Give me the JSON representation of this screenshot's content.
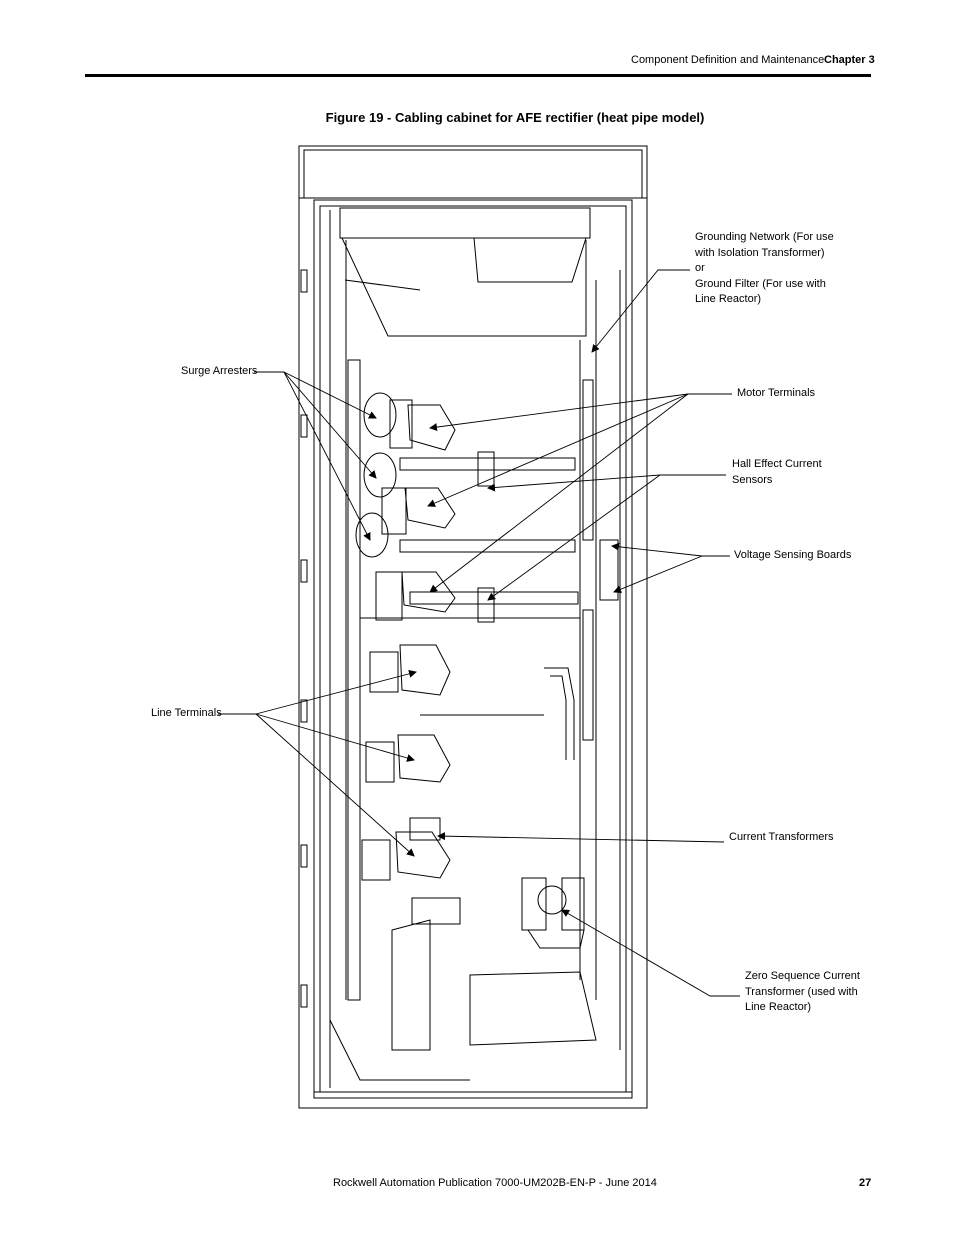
{
  "header": {
    "section": "Component Definition and Maintenance",
    "chapter": "Chapter 3"
  },
  "figure": {
    "title": "Figure 19 - Cabling cabinet for AFE rectifier (heat pipe model)",
    "callouts": {
      "grounding_1": "Grounding Network (For use",
      "grounding_2": "with Isolation Transformer)",
      "grounding_3": "or",
      "grounding_4": "Ground Filter (For use with",
      "grounding_5": "Line Reactor)",
      "surge_arresters": "Surge Arresters",
      "motor_terminals": "Motor Terminals",
      "hall_1": "Hall Effect Current",
      "hall_2": "Sensors",
      "voltage_sensing": "Voltage Sensing Boards",
      "line_terminals": "Line Terminals",
      "current_transformers": "Current Transformers",
      "zero_1": "Zero Sequence Current",
      "zero_2": "Transformer (used with",
      "zero_3": "Line Reactor)"
    }
  },
  "footer": {
    "publication": "Rockwell Automation Publication 7000-UM202B-EN-P - June 2014",
    "page_number": "27"
  }
}
